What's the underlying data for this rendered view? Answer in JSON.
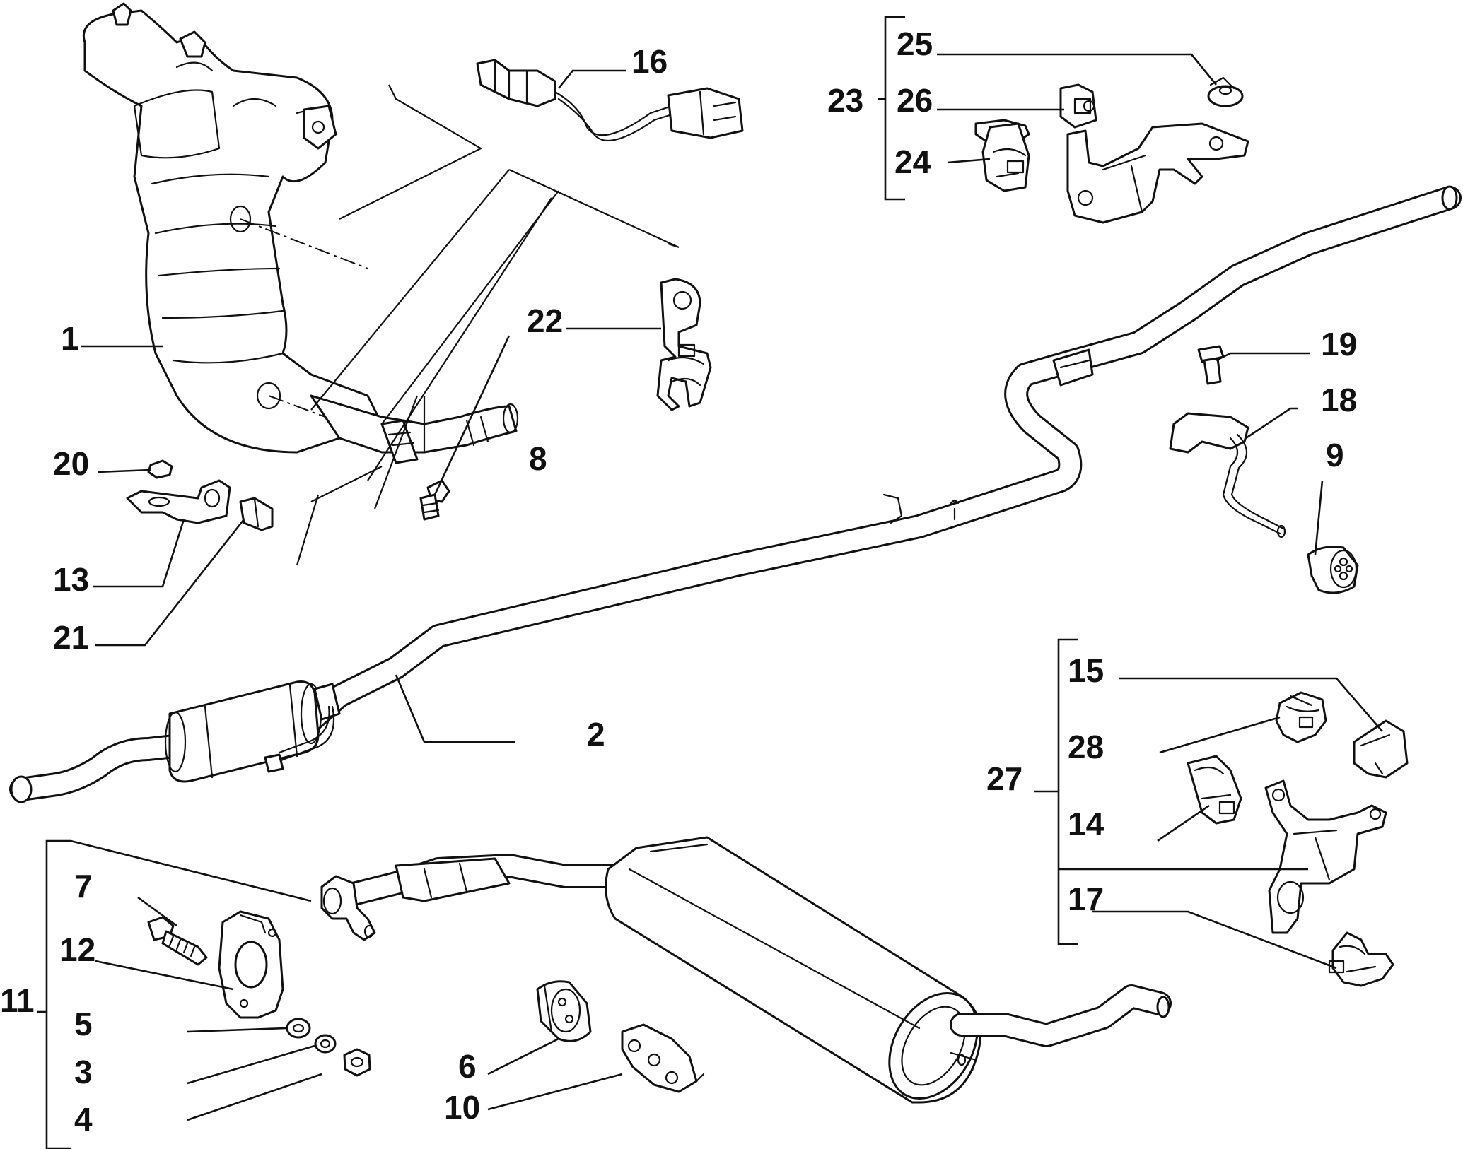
{
  "callouts": {
    "c1": "1",
    "c2": "2",
    "c3": "3",
    "c4": "4",
    "c5": "5",
    "c6": "6",
    "c7": "7",
    "c8": "8",
    "c9": "9",
    "c10": "10",
    "c11": "11",
    "c12": "12",
    "c13": "13",
    "c14": "14",
    "c15": "15",
    "c16": "16",
    "c17": "17",
    "c18": "18",
    "c19": "19",
    "c20": "20",
    "c21": "21",
    "c22": "22",
    "c23": "23",
    "c24": "24",
    "c25": "25",
    "c26": "26",
    "c27": "27",
    "c28": "28"
  },
  "icons": [
    "catalytic-converter-icon",
    "front-pipe-icon",
    "rear-muffler-icon",
    "lambda-sensor-icon",
    "bracket-icon",
    "rubber-mount-icon",
    "clamp-icon",
    "bolt-icon",
    "nut-icon",
    "washer-icon",
    "gasket-icon"
  ],
  "colors": {
    "line": "#111111",
    "background": "#ffffff"
  }
}
